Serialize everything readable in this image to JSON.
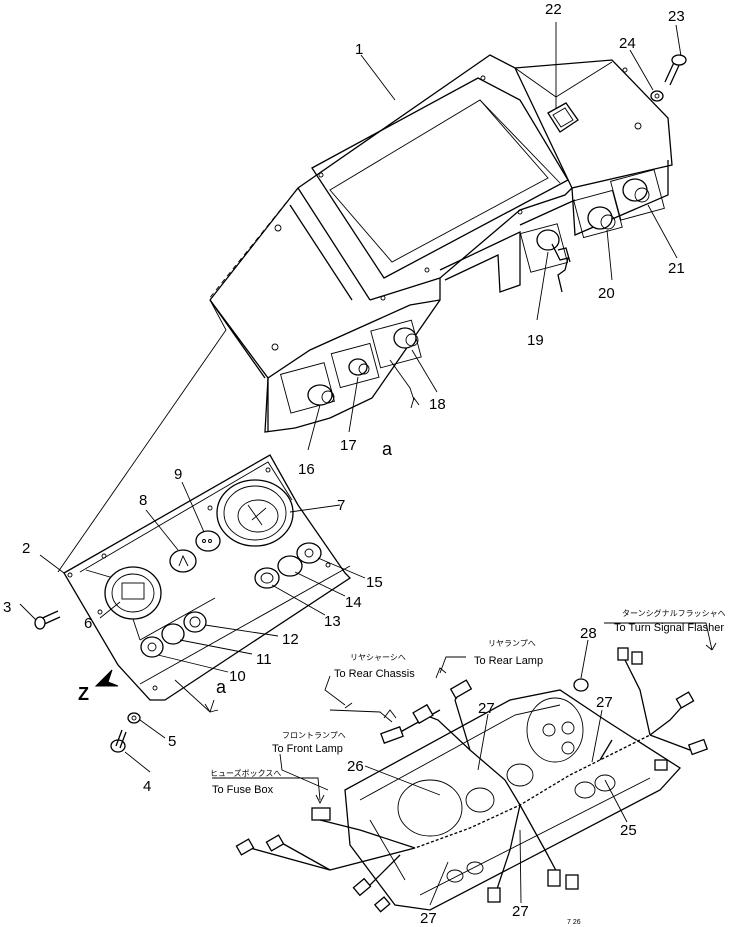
{
  "callouts": {
    "c1": "1",
    "c2": "2",
    "c3": "3",
    "c4": "4",
    "c5": "5",
    "c6": "6",
    "c7": "7",
    "c8": "8",
    "c9": "9",
    "c10": "10",
    "c11": "11",
    "c12": "12",
    "c13": "13",
    "c14": "14",
    "c15": "15",
    "c16": "16",
    "c17": "17",
    "c18": "18",
    "c19": "19",
    "c20": "20",
    "c21": "21",
    "c22": "22",
    "c23": "23",
    "c24": "24",
    "c25": "25",
    "c26": "26",
    "c27a": "27",
    "c27b": "27",
    "c27c": "27",
    "c27d": "27",
    "c28": "28"
  },
  "view_markers": {
    "a1": "a",
    "a2": "a",
    "z": "Z"
  },
  "destinations": {
    "turn_signal_jp": "ターンシグナルフラッシャへ",
    "turn_signal_en": "To Turn Signal Flasher",
    "rear_lamp_jp": "リヤランプへ",
    "rear_lamp_en": "To Rear Lamp",
    "rear_chassis_jp": "リヤシャーシへ",
    "rear_chassis_en": "To Rear Chassis",
    "front_lamp_jp": "フロントランプへ",
    "front_lamp_en": "To Front Lamp",
    "fuse_box_jp": "ヒューズボックスへ",
    "fuse_box_en": "To Fuse Box"
  },
  "footer": {
    "code": "7  26"
  }
}
